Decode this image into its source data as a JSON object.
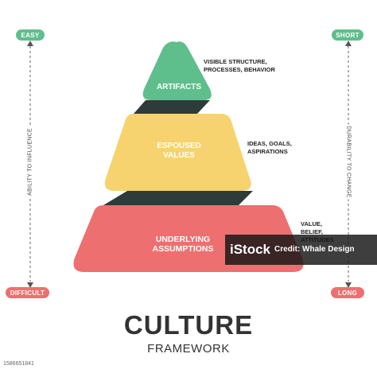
{
  "left_axis": {
    "top_label": "EASY",
    "bottom_label": "DIFFICULT",
    "label": "ABILITY TO INFLUENCE"
  },
  "right_axis": {
    "top_label": "SHORT",
    "bottom_label": "LONG",
    "label": "DURABILITY TO CHANGE"
  },
  "layers": [
    {
      "name": "ARTIFACTS",
      "description": "VISIBLE STRUCTURE,\nPROCESSES, BEHAVIOR",
      "color": "#5fbf8c"
    },
    {
      "name": "ESPOUSED\nVALUES",
      "description": "IDEAS, GOALS,\nASPIRATIONS",
      "color": "#f6d36e"
    },
    {
      "name": "UNDERLYING\nASSUMPTIONS",
      "description": "VALUE,\nBELIEF,\nATTITUDES",
      "color": "#ee6f6f"
    }
  ],
  "title": "CULTURE",
  "subtitle": "FRAMEWORK",
  "watermark": {
    "logo": "iStock",
    "credit": "Credit: Whale Design"
  },
  "stock_id": "1586651841",
  "colors": {
    "shadow": "#2f3a3a",
    "axis_green": "#5fbf8c",
    "axis_red": "#ee6f6f"
  }
}
